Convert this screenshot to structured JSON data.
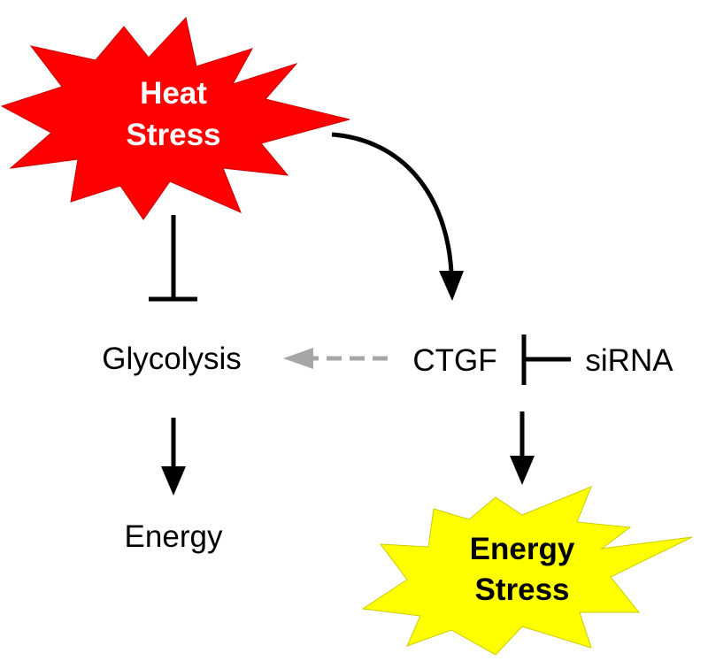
{
  "nodes": {
    "heat_stress": {
      "line1": "Heat",
      "line2": "Stress",
      "fill": "#ff0000",
      "text_color": "#ffffff"
    },
    "glycolysis": {
      "label": "Glycolysis"
    },
    "ctgf": {
      "label": "CTGF"
    },
    "sirna": {
      "label": "siRNA"
    },
    "energy": {
      "label": "Energy"
    },
    "energy_stress": {
      "line1": "Energy",
      "line2": "Stress",
      "fill": "#ffff00",
      "text_color": "#000000"
    }
  },
  "colors": {
    "arrow": "#000000",
    "dashed_arrow": "#a6a6a6"
  }
}
